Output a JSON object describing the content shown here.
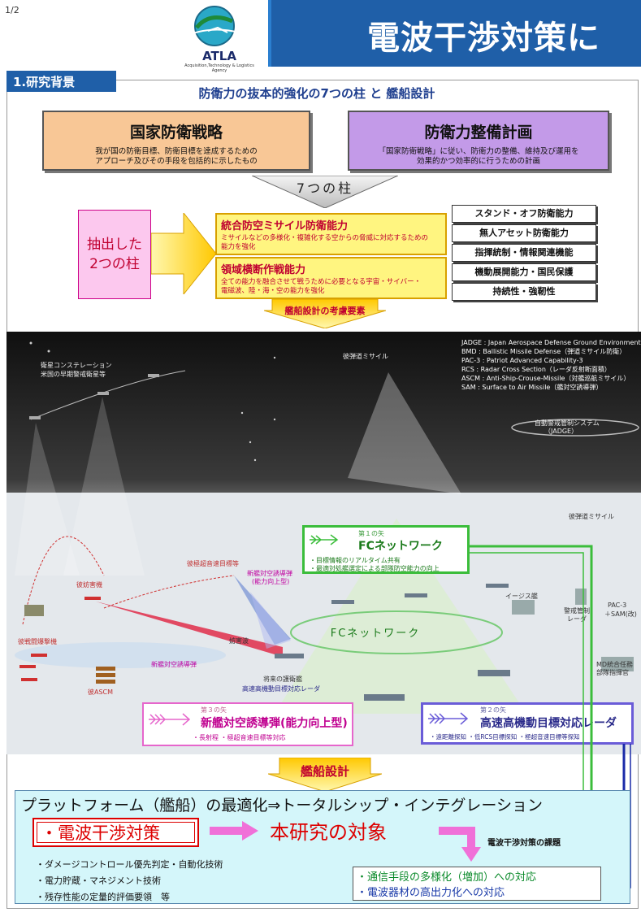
{
  "page": {
    "number": "1/2"
  },
  "header": {
    "title": "電波干渉対策に"
  },
  "logo": {
    "name": "ATLA",
    "subtitle": "Acquisition,Technology & Logistics Agency"
  },
  "section": {
    "label": "1.研究背景",
    "subtitle": "防衛力の抜本的強化の7つの柱 と 艦船設計"
  },
  "strategy": {
    "title": "国家防衛戦略",
    "desc1": "我が国の防衛目標、防衛目標を達成するための",
    "desc2": "アプローチ及びその手段を包括的に示したもの"
  },
  "buildup": {
    "title": "防衛力整備計画",
    "desc1": "「国家防衛戦略」に従い、防衛力の整備、維持及び運用を",
    "desc2": "効果的かつ効率的に行うための計画"
  },
  "pillars": {
    "label": "7つの柱",
    "extracted1": "抽出した",
    "extracted2": "2つの柱",
    "p1": {
      "title": "統合防空ミサイル防衛能力",
      "desc1": "ミサイルなどの多様化・複雑化する空からの脅威に対応するための",
      "desc2": "能力を強化"
    },
    "p2": {
      "title": "領域横断作戦能力",
      "desc1": "全ての能力を融合させて戦うために必要となる宇宙・サイバー・",
      "desc2": "電磁波、陸・海・空の能力を強化"
    },
    "others": [
      "スタンド・オフ防衛能力",
      "無人アセット防衛能力",
      "指揮統制・情報関連機能",
      "機動展開能力・国民保護",
      "持続性・強靭性"
    ],
    "ship_factor": "艦船設計の考慮要素"
  },
  "definitions": [
    "JADGE : Japan Aerospace Defense Ground Environment",
    "BMD : Ballistic Missile Defense（弾道ミサイル防衛）",
    "PAC-3 : Patriot Advanced Capability-3",
    "RCS : Radar Cross Section（レーダ反射断面積）",
    "ASCM : Anti-Ship-Crouse-Missile（対艦巡航ミサイル）",
    "SAM : Surface to Air Missile（艦対空誘導弾）"
  ],
  "scene": {
    "satellite1": "衛星コンステレーション",
    "satellite2": "米国の早期警戒衛星等",
    "ballistic_top": "彼弾道ミサイル",
    "jadge1": "自動警戒管制システム",
    "jadge2": "（JADGE）",
    "ballistic_right": "彼弾道ミサイル",
    "aegis": "イージス艦",
    "radar1": "警戒管制",
    "radar2": "レーダ",
    "pac": "PAC-3",
    "sam": "＋SAM(改)",
    "md1": "MD統合任務",
    "md2": "部隊指揮官",
    "hyper": "彼極超音速目標等",
    "new_missile1": "新艦対空誘導弾",
    "new_missile2": "(能力向上型)",
    "jammer": "彼妨害機",
    "jamming": "妨害波",
    "fighter": "彼戦闘爆撃機",
    "new_missile_low": "新艦対空誘導弾",
    "ascm": "彼ASCM",
    "future_ship": "将来の護衛艦",
    "radar_label": "高速高機動目標対応レーダ",
    "fc_center": "FCネットワーク"
  },
  "arrow1": {
    "small": "第１の矢",
    "title": "FCネットワーク",
    "b1": "・目標情報のリアルタイム共有",
    "b2": "・最適対処艦選定による部隊防空能力の向上"
  },
  "arrow3": {
    "small": "第３の矢",
    "title": "新艦対空誘導弾(能力向上型)",
    "b": "・長射程 ・極超音速目標等対応"
  },
  "arrow2": {
    "small": "第２の矢",
    "title": "高速高機動目標対応レーダ",
    "b": "・遠距離探知 ・低RCS目標探知 ・極超音速目標等探知"
  },
  "ship_design": {
    "label": "艦船設計",
    "platform": "プラットフォーム（艦船）の最適化⇒トータルシップ・インテグレーション",
    "target": "・電波干渉対策",
    "object": "本研究の対象",
    "issue_label": "電波干渉対策の課題",
    "bullets": [
      "・ダメージコントロール優先判定・自動化技術",
      "・電力貯蔵・マネジメント技術",
      "・残存性能の定量的評価要領　等"
    ],
    "issue1": "・通信手段の多様化（増加）への対応",
    "issue2": "・電波器材の高出力化への対応"
  },
  "colors": {
    "header_blue": "#1f5fa8",
    "fc_green": "#3bbd3b",
    "missile_pink": "#e666cc",
    "radar_purple": "#6a5cd8",
    "warn_red": "#d00000"
  }
}
